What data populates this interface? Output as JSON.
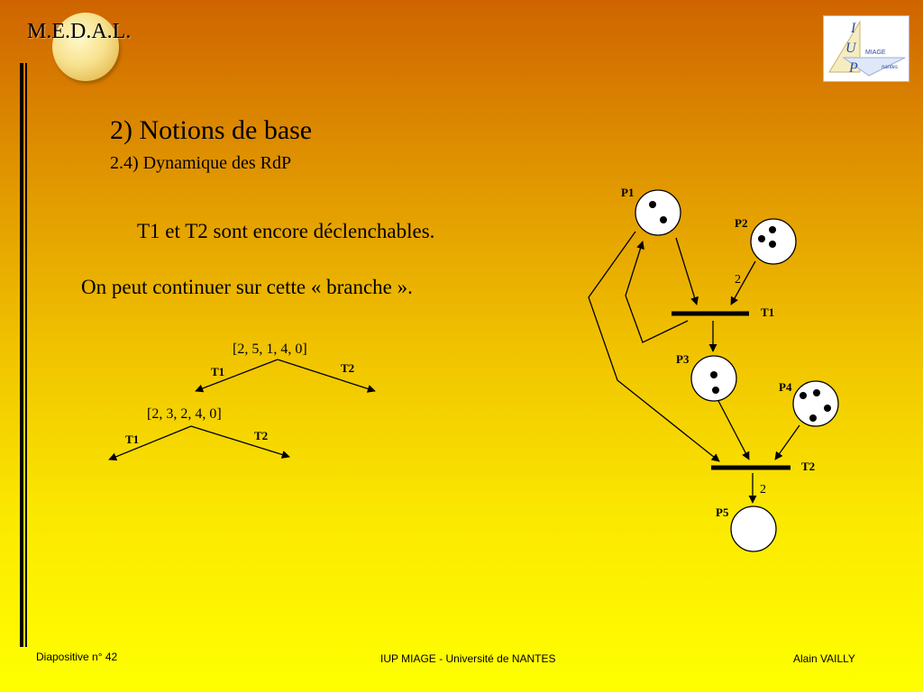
{
  "header": {
    "brand": "M.E.D.A.L."
  },
  "logo": {
    "letters": [
      "I",
      "U",
      "P"
    ],
    "words": [
      "MIAGE",
      "nantes"
    ]
  },
  "slide": {
    "title": "2) Notions de base",
    "subtitle": "2.4) Dynamique des RdP",
    "line1": "T1 et T2 sont encore déclenchables.",
    "line2": "On peut continuer sur cette « branche »."
  },
  "tree": {
    "root_marking": "[2, 5, 1, 4, 0]",
    "child_marking": "[2, 3, 2, 4, 0]",
    "edge_t1_a": "T1",
    "edge_t2_a": "T2",
    "edge_t1_b": "T1",
    "edge_t2_b": "T2"
  },
  "petri_net": {
    "places": [
      {
        "name": "P1",
        "tokens": 2
      },
      {
        "name": "P2",
        "tokens": 3
      },
      {
        "name": "P3",
        "tokens": 2
      },
      {
        "name": "P4",
        "tokens": 4
      },
      {
        "name": "P5",
        "tokens": 0
      }
    ],
    "transitions": [
      "T1",
      "T2"
    ],
    "weights": {
      "p2_t1": "2",
      "t2_p5": "2"
    }
  },
  "footer": {
    "slide_number": "Diapositive n° 42",
    "institution": "IUP MIAGE - Université de NANTES",
    "author": "Alain VAILLY"
  }
}
